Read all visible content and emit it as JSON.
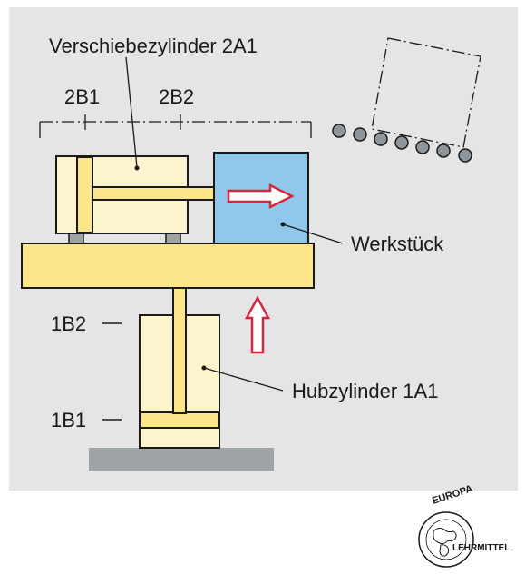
{
  "labels": {
    "push_cylinder": "Verschiebezylinder 2A1",
    "sensor_2b1": "2B1",
    "sensor_2b2": "2B2",
    "workpiece": "Werkstück",
    "sensor_1b2": "1B2",
    "sensor_1b1": "1B1",
    "lift_cylinder": "Hubzylinder 1A1"
  },
  "logo": {
    "text_top": "EUROPA",
    "text_side": "LEHRMITTEL"
  },
  "colors": {
    "panel": "#e5e5e6",
    "cylinder": "#fcf4cc",
    "table": "#fde58a",
    "workpiece": "#8fc8ea",
    "arrow": "#d7263d",
    "roller": "#8f969b",
    "base": "#9fa4a7"
  }
}
